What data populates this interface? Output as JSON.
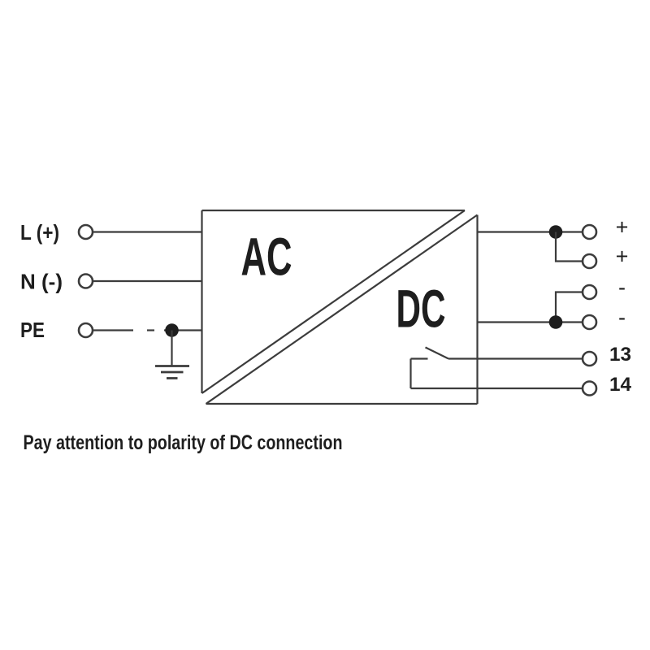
{
  "diagram": {
    "converter": {
      "input_label": "AC",
      "output_label": "DC"
    },
    "input_terminals": [
      {
        "label": "L (+)"
      },
      {
        "label": "N (-)"
      },
      {
        "label": "PE"
      }
    ],
    "output_terminals": [
      {
        "label": "+"
      },
      {
        "label": "+"
      },
      {
        "label": "-"
      },
      {
        "label": "-"
      },
      {
        "label": "13"
      },
      {
        "label": "14"
      }
    ],
    "caption": "Pay attention to polarity of DC connection",
    "icons": {
      "ground": "earth-ground-icon",
      "relay_contact": "normally-open-contact-icon",
      "junction": "junction-dot"
    },
    "colors": {
      "line": "#3c3c3c",
      "text": "#1e1e1e",
      "background": "#ffffff"
    }
  }
}
